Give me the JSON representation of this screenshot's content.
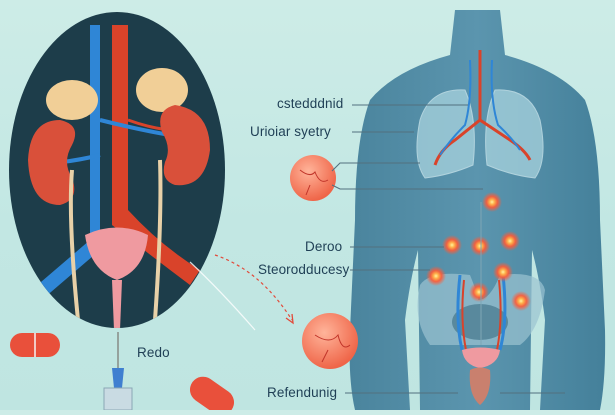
{
  "illustration": {
    "subject": "urinary system and torso anatomy illustration",
    "inset_view": "kidneys, ureters, bladder, major blood vessels",
    "body_view": "human torso with lungs, highlighted points and pelvic urinary organs"
  },
  "labels": [
    {
      "id": "label-1",
      "text": "cstedddnid"
    },
    {
      "id": "label-2",
      "text": "Urioiar syetry"
    },
    {
      "id": "label-3",
      "text": "Deroo"
    },
    {
      "id": "label-4",
      "text": "Steorodducesy"
    },
    {
      "id": "label-5",
      "text": "Redo"
    },
    {
      "id": "label-6",
      "text": "Refendunig"
    }
  ],
  "icons": [
    "kidney-icon",
    "bladder-icon",
    "pill-icon",
    "syringe-icon",
    "cell-icon",
    "lungs-icon",
    "hotspot-icon"
  ],
  "colors": {
    "background": "#c6e9e4",
    "inset_bg": "#1d3d4a",
    "body": "#4f8aa3",
    "kidney": "#d9503a",
    "adrenal": "#f1cf97",
    "vein": "#2f86d6",
    "artery": "#d9432a",
    "bladder": "#ef9aa0",
    "hotspot": "#ff6a3c",
    "text": "#1f3f55"
  }
}
